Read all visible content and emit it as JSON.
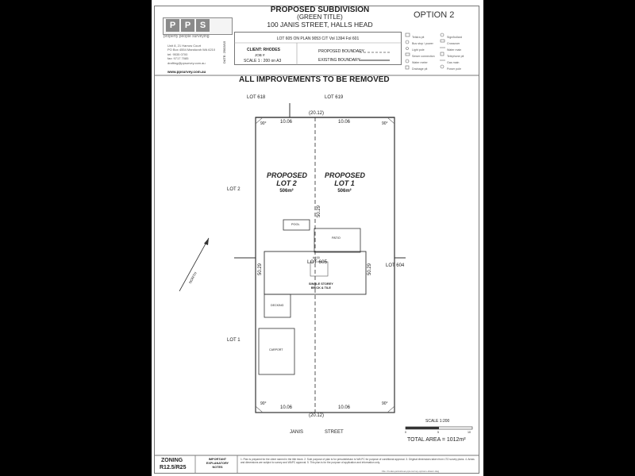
{
  "header": {
    "title": "PROPOSED SUBDIVISION",
    "subtitle": "(GREEN TITLE)",
    "address": "100 JANIS STREET, HALLS HEAD",
    "option": "OPTION 2",
    "logo_letters": [
      "P",
      "P",
      "S"
    ],
    "logo_tagline": "property people surveying",
    "contact_lines": [
      "Unit 8, 21 Harrow Court",
      "PO Box 4554 Mandurah WA 6210",
      "tel: 9535 0700",
      "fax: 9717 7085",
      "drafting@ppsurvey.com.au"
    ],
    "website": "www.ppsurvey.com.au",
    "date_label": "DATE: 25/03/15",
    "lot_plan": "LOT 605 ON PLAN 9053  C/T Vol 1394  Fol 601",
    "client": "CLIENT: RHODES",
    "job": "JOB #",
    "scale": "SCALE 1 : 200 on A3",
    "proposed_boundary": "PROPOSED BOUNDARY",
    "existing_boundary": "EXISTING BOUNDARY"
  },
  "legend": {
    "left": [
      "Telstra pit",
      "Bus stop / power",
      "Light pole",
      "Sewer connection",
      "Water meter",
      "Drainage pit"
    ],
    "right": [
      "Sign/bollard",
      "Crossover",
      "Water main",
      "Telephone pit",
      "Gas main",
      "Power pole"
    ]
  },
  "plan": {
    "notice": "ALL IMPROVEMENTS TO BE REMOVED",
    "lot_618": "LOT 618",
    "lot_619": "LOT 619",
    "lot_2_neighbour": "LOT 2",
    "lot_1_neighbour": "LOT 1",
    "lot_604": "LOT 604",
    "top_total": "(20.12)",
    "top_left_dim": "10.06",
    "top_right_dim": "10.06",
    "bottom_total": "(20.12)",
    "bottom_left_dim": "10.06",
    "bottom_right_dim": "10.06",
    "angle": "90°",
    "side_dim": "50.29",
    "lot2": {
      "line1": "PROPOSED",
      "line2": "LOT 2",
      "area": "506m²"
    },
    "lot1": {
      "line1": "PROPOSED",
      "line2": "LOT 1",
      "area": "506m²"
    },
    "pool": "POOL",
    "patio": "PATIO",
    "house_no": "#100",
    "lot_605": "LOT 605",
    "house_desc_1": "SINGLE STOREY",
    "house_desc_2": "BRICK & TILE",
    "decking": "DECKING",
    "carport": "CARPORT",
    "north": "NORTH",
    "street_1": "JANIS",
    "street_2": "STREET",
    "scale_label": "SCALE 1:200",
    "scale_ticks": [
      "0",
      "5",
      "10"
    ],
    "total_area": "TOTAL AREA = 1012m²"
  },
  "footer": {
    "zoning_label": "ZONING",
    "zoning_value": "R12.5/R25",
    "notes_label": "IMPORTANT EXPLANATORY NOTES",
    "notes_text": "1. Plan is prepared for the client named in the title block. 2. Sole purpose of plan is for presubdivision to WA PC for purpose of conditional approval. 3. Original dimensions taken from LTO survey plans. 4. Areas and dimensions are subject to survey and WAPC approval. 5. This plan is for the purpose of application and information only.",
    "copyright": "File: rhodes-janisstreet-pps-survey-options-drawn.dwg"
  }
}
